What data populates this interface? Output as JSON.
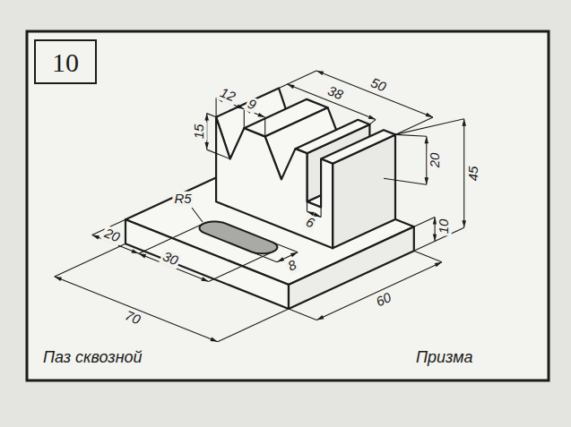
{
  "diagram": {
    "nodes": [
      {
        "text": [
          "10"
        ]
      }
    ],
    "labels": [
      "12",
      "9",
      "50",
      "38",
      "15",
      "20",
      "6",
      "R5",
      "45",
      "10",
      "20",
      "30",
      "70",
      "60",
      "8",
      "Паз сквозной",
      "Призма"
    ]
  }
}
